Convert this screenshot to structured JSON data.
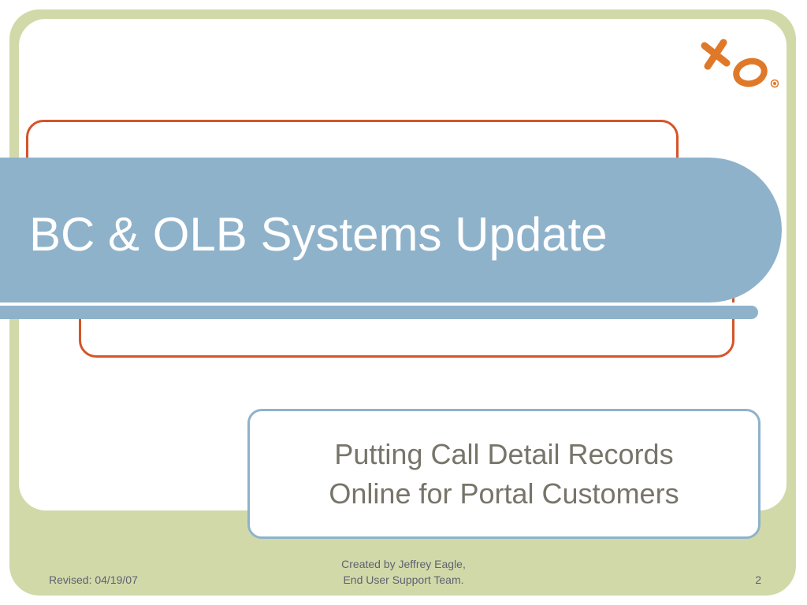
{
  "slide": {
    "title": "BC & OLB Systems Update",
    "subtitle_lines": [
      "Putting Call Detail Records",
      "Online for Portal Customers"
    ],
    "logo_text": "xo."
  },
  "footer": {
    "revised": "Revised: 04/19/07",
    "credit_lines": [
      "Created by Jeffrey Eagle,",
      "End User Support Team."
    ],
    "page_number": "2"
  },
  "colors": {
    "frame": "#d2d9a9",
    "title_band": "#8fb2cb",
    "accent_orange": "#d5542a",
    "subtitle_text": "#77746a",
    "logo_orange": "#e0782a"
  },
  "icons": {
    "logo": "xo-logo"
  }
}
